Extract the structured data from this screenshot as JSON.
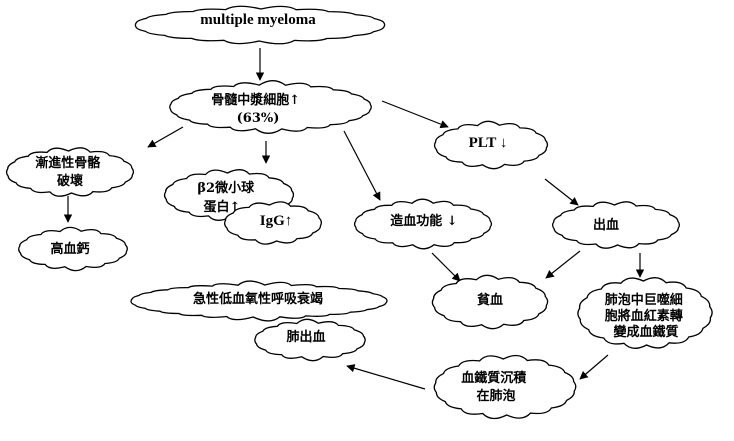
{
  "nodes": {
    "multiple_myeloma": [
      "multiple myeloma"
    ],
    "bone_marrow_plasma": [
      "骨髓中漿細胞↑",
      "(63%)"
    ],
    "plt": [
      "PLT ↓"
    ],
    "progressive_bone": [
      "漸進性骨骼",
      "破壞"
    ],
    "hypercalcemia": [
      "高血鈣"
    ],
    "b2_microglobulin": [
      "β2微小球",
      "蛋白↑"
    ],
    "igg": [
      "IgG↑"
    ],
    "hematopoiesis": [
      "造血功能 ↓"
    ],
    "bleeding": [
      "出血"
    ],
    "anemia": [
      "貧血"
    ],
    "alveolar_macrophage": [
      "肺泡中巨噬細",
      "胞將血紅素轉",
      "變成血鐵質"
    ],
    "ards": [
      "急性低血氧性呼吸衰竭"
    ],
    "pulmonary_hemorrhage": [
      "肺出血"
    ],
    "hemosiderin_deposition": [
      "血鐵質沉積",
      "在肺泡"
    ]
  }
}
